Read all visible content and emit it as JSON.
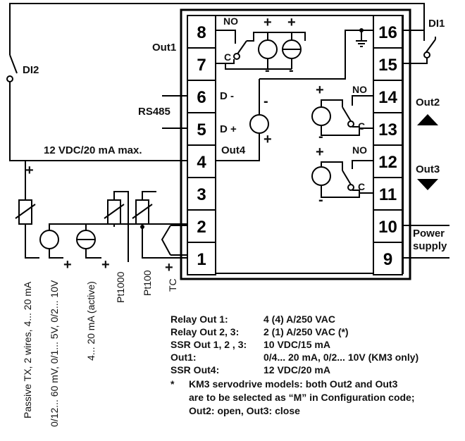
{
  "terminals_left": [
    "8",
    "7",
    "6",
    "5",
    "4",
    "3",
    "2",
    "1"
  ],
  "terminals_right": [
    "16",
    "15",
    "14",
    "13",
    "12",
    "11",
    "10",
    "9"
  ],
  "labels": {
    "out1": "Out1",
    "rs485": "RS485",
    "d_minus": "D -",
    "d_plus": "D +",
    "out4": "Out4",
    "supply_12v": "12 VDC/20 mA max.",
    "di1": "DI1",
    "di2": "DI2",
    "out2": "Out2",
    "out3": "Out3",
    "power": "Power",
    "supply": "supply",
    "no": "NO",
    "c": "C",
    "plus": "+",
    "minus": "-"
  },
  "inputs": {
    "passive_tx": "Passive TX, 2 wires, 4... 20 mA",
    "voltage": "0/12... 60 mV, 0/1... 5V, 0/2... 10V",
    "active": "4... 20 mA (active)",
    "pt1000": "Pt1000",
    "pt100": "Pt100",
    "tc": "TC"
  },
  "specs": [
    {
      "name": "Relay Out 1:",
      "value": "4 (4) A/250 VAC"
    },
    {
      "name": "Relay Out 2, 3:",
      "value": "2 (1) A/250 VAC (*)"
    },
    {
      "name": "SSR Out 1, 2 , 3:",
      "value": "10 VDC/15 mA"
    },
    {
      "name": "Out1:",
      "value": "0/4... 20 mA, 0/2... 10V (KM3 only)"
    },
    {
      "name": "SSR Out4:",
      "value": "12 VDC/20 mA"
    }
  ],
  "footnote": {
    "star": "*",
    "lines": [
      "KM3 servodrive models: both Out2 and Out3",
      "are to be selected as “M” in Configuration code;",
      "Out2: open, Out3: close"
    ]
  }
}
